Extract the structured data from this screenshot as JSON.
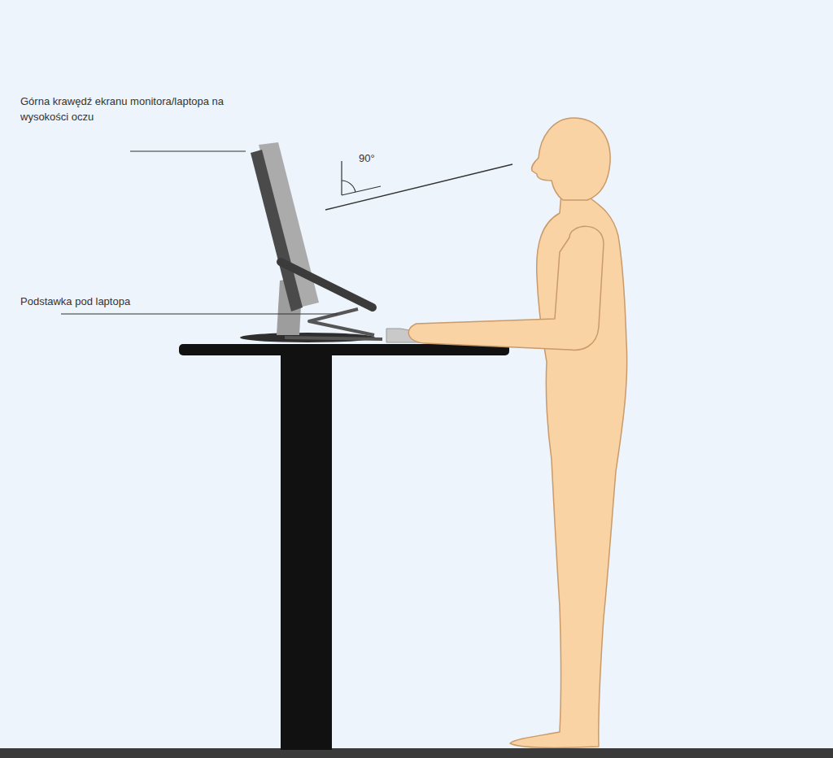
{
  "diagram": {
    "labels": [
      "Górna krawędź ekranu monitora/laptopa na wysokości oczu",
      "Podstawka pod laptopa",
      "90°"
    ]
  }
}
